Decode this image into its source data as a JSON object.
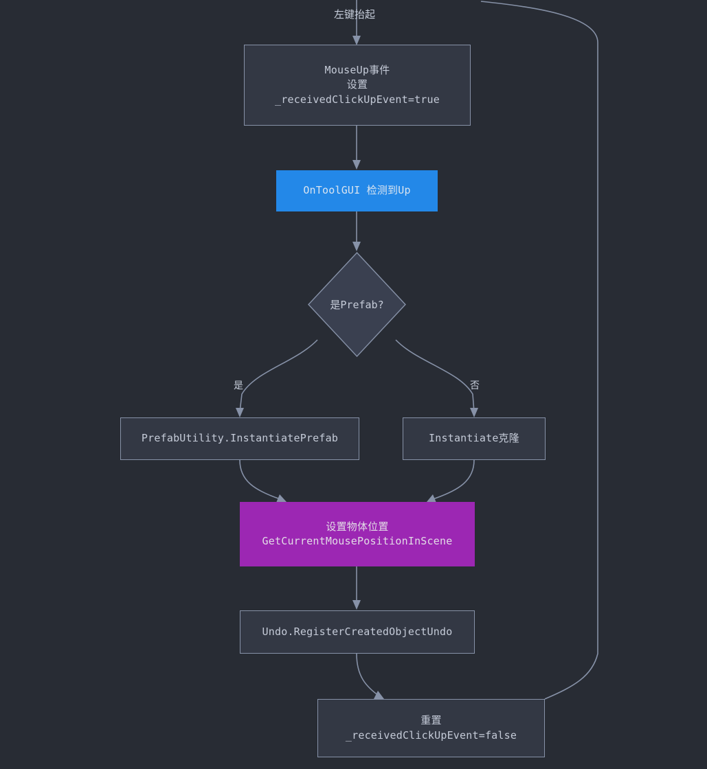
{
  "diagram": {
    "type": "flowchart",
    "direction": "top-down",
    "title_label": "左键抬起",
    "background_color": "#282c34",
    "edge_color": "#8792a8",
    "default_node_fill": "#333844",
    "default_node_border": "#8792a8",
    "default_node_text": "#c5cbd8"
  },
  "nodes": {
    "mouse_up_event": {
      "shape": "rect",
      "lines": [
        "MouseUp事件",
        "设置",
        "_receivedClickUpEvent=true"
      ],
      "fill": "#333844",
      "text_color": "#c5cbd8"
    },
    "on_tool_gui": {
      "shape": "rect",
      "lines": [
        "OnToolGUI 检测到Up"
      ],
      "fill": "#2388e8",
      "text_color": "#d9e4f0"
    },
    "is_prefab": {
      "shape": "diamond",
      "lines": [
        "是Prefab?"
      ],
      "fill": "#3a4050",
      "text_color": "#c5cbd8"
    },
    "instantiate_prefab": {
      "shape": "rect",
      "lines": [
        "PrefabUtility.InstantiatePrefab"
      ],
      "fill": "#333844",
      "text_color": "#c5cbd8"
    },
    "instantiate_clone": {
      "shape": "rect",
      "lines": [
        "Instantiate克隆"
      ],
      "fill": "#333844",
      "text_color": "#c5cbd8"
    },
    "set_position": {
      "shape": "rect",
      "lines": [
        "设置物体位置",
        "GetCurrentMousePositionInScene"
      ],
      "fill": "#9c27b3",
      "text_color": "#e2dbe6"
    },
    "register_undo": {
      "shape": "rect",
      "lines": [
        "Undo.RegisterCreatedObjectUndo"
      ],
      "fill": "#333844",
      "text_color": "#c5cbd8"
    },
    "reset_flag": {
      "shape": "rect",
      "lines": [
        "重置",
        "_receivedClickUpEvent=false"
      ],
      "fill": "#333844",
      "text_color": "#c5cbd8"
    }
  },
  "edge_labels": {
    "yes": "是",
    "no": "否"
  },
  "edges": [
    {
      "from": "entry",
      "to": "mouse_up_event",
      "label": "左键抬起"
    },
    {
      "from": "mouse_up_event",
      "to": "on_tool_gui",
      "label": ""
    },
    {
      "from": "on_tool_gui",
      "to": "is_prefab",
      "label": ""
    },
    {
      "from": "is_prefab",
      "to": "instantiate_prefab",
      "label": "是"
    },
    {
      "from": "is_prefab",
      "to": "instantiate_clone",
      "label": "否"
    },
    {
      "from": "instantiate_prefab",
      "to": "set_position",
      "label": ""
    },
    {
      "from": "instantiate_clone",
      "to": "set_position",
      "label": ""
    },
    {
      "from": "set_position",
      "to": "register_undo",
      "label": ""
    },
    {
      "from": "register_undo",
      "to": "reset_flag",
      "label": ""
    },
    {
      "from": "reset_flag",
      "to": "entry",
      "label": ""
    }
  ]
}
